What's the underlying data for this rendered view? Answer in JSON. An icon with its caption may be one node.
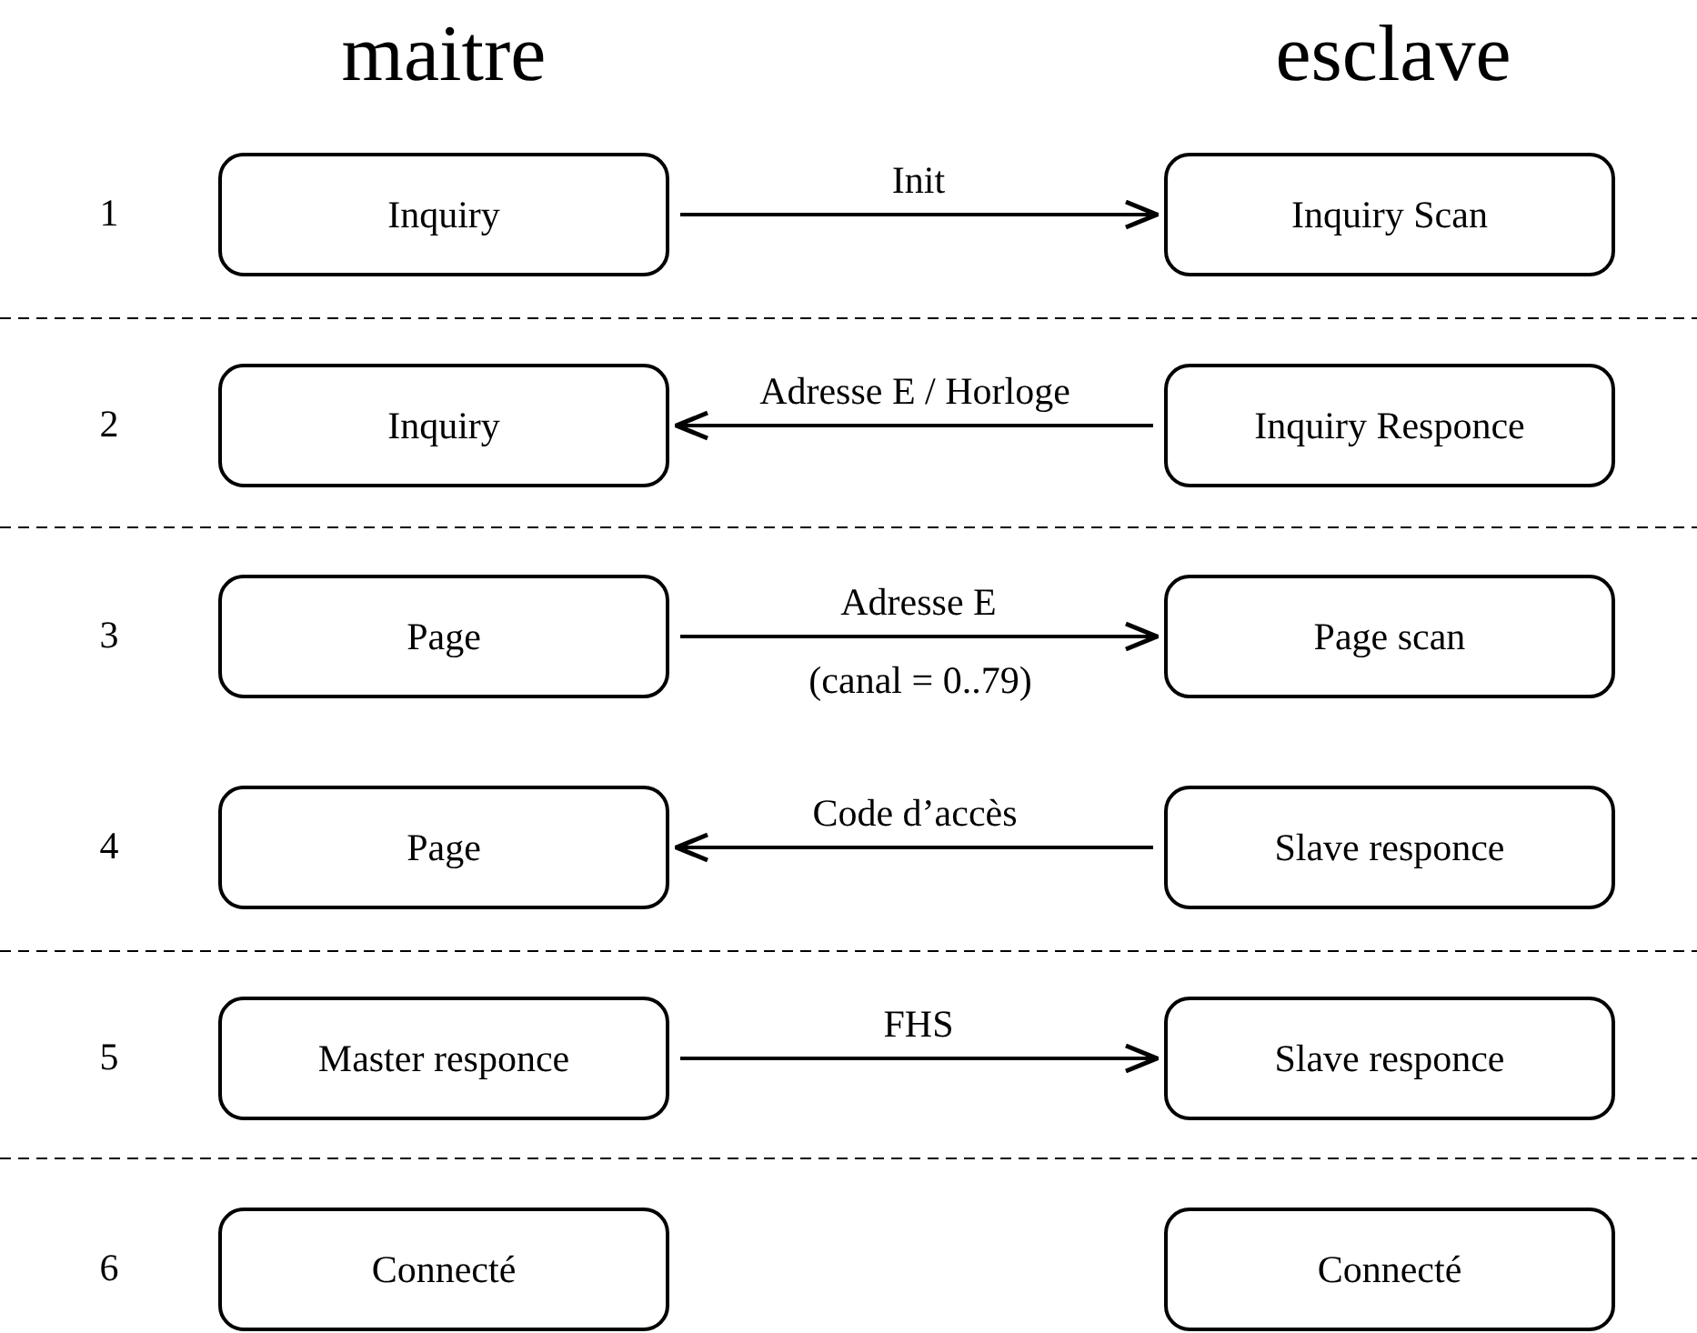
{
  "diagram": {
    "nodes": [
      {
        "text": [
          "Inquiry"
        ]
      },
      {
        "text": [
          "Inquiry Scan"
        ]
      },
      {
        "text": [
          "Inquiry"
        ]
      },
      {
        "text": [
          "Inquiry Responce"
        ]
      },
      {
        "text": [
          "Page"
        ]
      },
      {
        "text": [
          "Page scan"
        ]
      },
      {
        "text": [
          "Page"
        ]
      },
      {
        "text": [
          "Slave responce"
        ]
      },
      {
        "text": [
          "Master responce"
        ]
      },
      {
        "text": [
          "Slave responce"
        ]
      },
      {
        "text": [
          "Connecté"
        ]
      },
      {
        "text": [
          "Connecté"
        ]
      }
    ],
    "edges": [
      {
        "from": 0,
        "to": 1,
        "arrow": "to",
        "label": "Init"
      },
      {
        "from": 3,
        "to": 2,
        "arrow": "to",
        "label": "Adresse E / Horloge"
      },
      {
        "from": 4,
        "to": 5,
        "arrow": "to",
        "label": "Adresse E"
      },
      {
        "from": 7,
        "to": 6,
        "arrow": "to",
        "label": "Code d’accès"
      },
      {
        "from": 8,
        "to": 9,
        "arrow": "to",
        "label": "FHS"
      }
    ],
    "labels": [
      "maitre",
      "esclave",
      "1",
      "2",
      "3",
      "(canal = 0..79)",
      "4",
      "5",
      "6"
    ]
  }
}
